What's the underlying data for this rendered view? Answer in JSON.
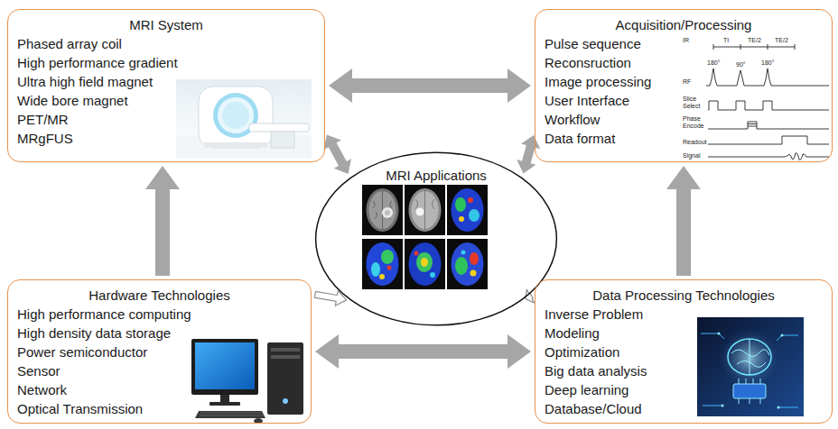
{
  "diagram": {
    "nodes": [
      {
        "text": [
          "MRI System",
          "Phased array coil",
          "High performance gradient",
          "Ultra high field magnet",
          "Wide bore magnet",
          "PET/MR",
          "MRgFUS"
        ]
      },
      {
        "text": [
          "Acquisition/Processing",
          "Pulse sequence",
          "Reconsruction",
          "Image processing",
          "User Interface",
          "Workflow",
          "Data format"
        ]
      },
      {
        "text": [
          "MRI Applications"
        ]
      },
      {
        "text": [
          "Hardware Technologies",
          "High performance computing",
          "High density data storage",
          "Power semiconductor",
          "Sensor",
          "Network",
          "Optical Transmission"
        ]
      },
      {
        "text": [
          "Data Processing Technologies",
          "Inverse Problem",
          "Modeling",
          "Optimization",
          "Big data analysis",
          "Deep learning",
          "Database/Cloud"
        ]
      }
    ],
    "edges": [
      {
        "from": 0,
        "to": 1,
        "arrow": "both"
      },
      {
        "from": 0,
        "to": 2,
        "arrow": "both"
      },
      {
        "from": 1,
        "to": 2,
        "arrow": "both"
      },
      {
        "from": 3,
        "to": 0,
        "arrow": "to"
      },
      {
        "from": 4,
        "to": 1,
        "arrow": "to"
      },
      {
        "from": 3,
        "to": 2,
        "arrow": "to"
      },
      {
        "from": 4,
        "to": 2,
        "arrow": "to"
      },
      {
        "from": 3,
        "to": 4,
        "arrow": "both"
      }
    ],
    "labels": [
      "IR",
      "TI",
      "TE/2",
      "TE/2",
      "RF",
      "180°",
      "90°",
      "180°",
      "Slice Select",
      "Phase Encode",
      "Readout",
      "Signal"
    ]
  }
}
